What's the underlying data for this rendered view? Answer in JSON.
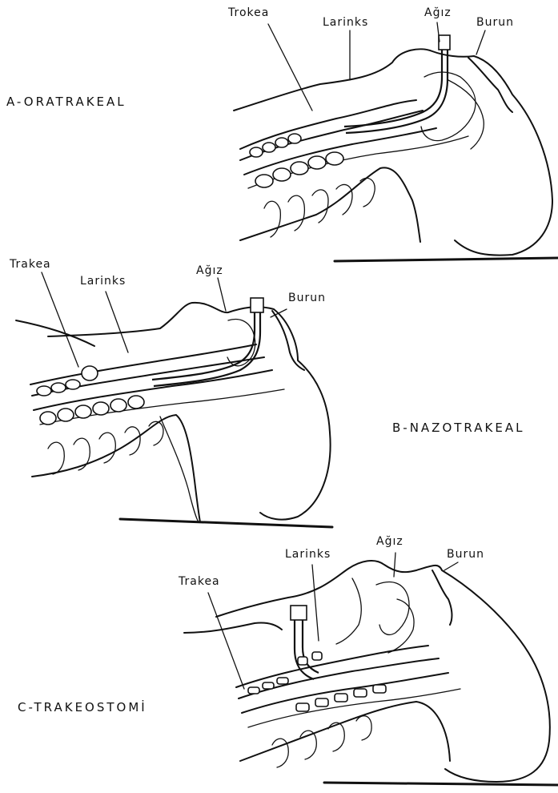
{
  "panels": [
    {
      "caption": "A-ORATRAKEAL",
      "labels": {
        "trachea": "Trokea",
        "larynx": "Larinks",
        "mouth": "Ağız",
        "nose": "Burun"
      }
    },
    {
      "caption": "B-NAZOTRAKEAL",
      "labels": {
        "trachea": "Trakea",
        "larynx": "Larinks",
        "mouth": "Ağız",
        "nose": "Burun"
      }
    },
    {
      "caption": "C-TRAKEOSTOMİ",
      "labels": {
        "trachea": "Trakea",
        "larynx": "Larinks",
        "mouth": "Ağız",
        "nose": "Burun"
      }
    }
  ]
}
